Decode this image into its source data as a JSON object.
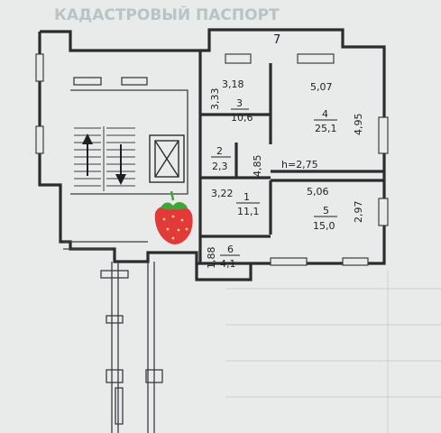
{
  "header_text": "КАДАСТРОВЫЙ ПАСПОРТ",
  "balcony": {
    "number": "7"
  },
  "rooms": [
    {
      "id": "room-3",
      "number": "3",
      "area": "10,6",
      "dims": [
        "3,18",
        "3,33"
      ]
    },
    {
      "id": "room-4",
      "number": "4",
      "area": "25,1",
      "dims": [
        "5,07",
        "4,95"
      ]
    },
    {
      "id": "room-2",
      "number": "2",
      "area": "2,3",
      "dims": []
    },
    {
      "id": "room-1",
      "number": "1",
      "area": "11,1",
      "dims": [
        "3,22",
        "4,85"
      ]
    },
    {
      "id": "room-5",
      "number": "5",
      "area": "15,0",
      "dims": [
        "5,06",
        "2,97"
      ]
    },
    {
      "id": "room-6",
      "number": "6",
      "area": "4,1",
      "dims": [
        "1,88"
      ]
    }
  ],
  "ceiling_height": "h=2,75",
  "colors": {
    "paper": "#e9ebea",
    "wall": "#2a2c2f",
    "text": "#1d1f22",
    "strawberry": "#e23a3a",
    "leaf": "#3fa535"
  },
  "icons": [
    "stair-up-arrow-icon",
    "stair-down-arrow-icon",
    "elevator-icon",
    "strawberry-icon"
  ]
}
